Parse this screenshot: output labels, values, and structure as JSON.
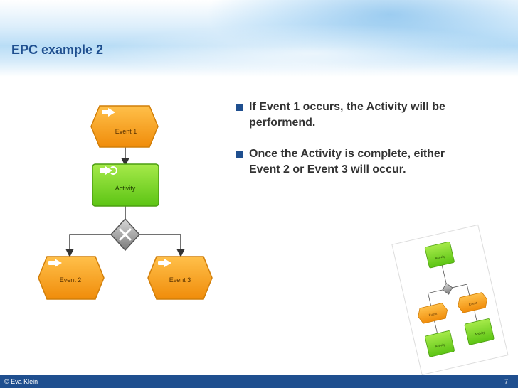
{
  "slide": {
    "title": "EPC example 2",
    "footer_left": "© Eva Klein",
    "page_number": "7"
  },
  "bullets": [
    "If Event 1 occurs, the Activity will be performend.",
    "Once the Activity is complete, either Event 2 or Event 3 will occur."
  ],
  "diagram": {
    "event1": "Event 1",
    "activity": "Activity",
    "event2": "Event 2",
    "event3": "Event 3"
  },
  "thumbnail": {
    "activity_top": "Activity",
    "event_left": "Event",
    "event_right": "Event",
    "activity_bottom_left": "Activity",
    "activity_bottom_right": "Activity"
  },
  "colors": {
    "event_fill": "#f7a21b",
    "function_fill": "#7ed321",
    "title": "#1f4f8f",
    "footer": "#1f4f8f"
  }
}
